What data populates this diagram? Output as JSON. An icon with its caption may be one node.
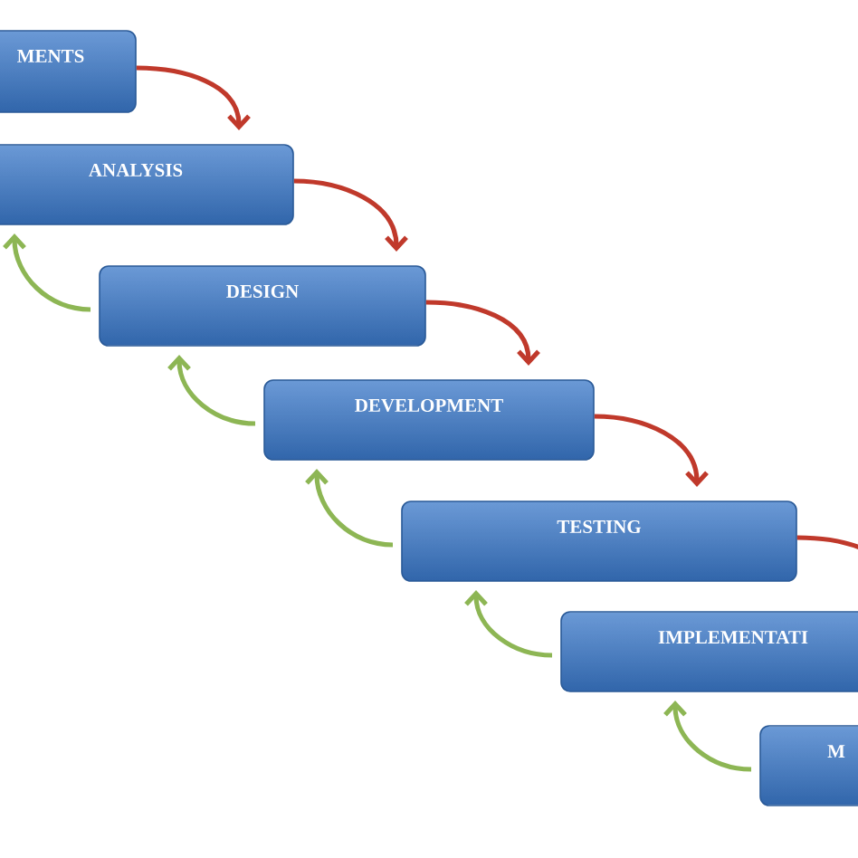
{
  "diagram": {
    "nodes": [
      {
        "text": [
          "MENTS"
        ]
      },
      {
        "text": [
          "ANALYSIS"
        ]
      },
      {
        "text": [
          "DESIGN"
        ]
      },
      {
        "text": [
          "DEVELOPMENT"
        ]
      },
      {
        "text": [
          "TESTING"
        ]
      },
      {
        "text": [
          "IMPLEMENTATI"
        ]
      },
      {
        "text": [
          "M"
        ]
      }
    ],
    "edges": [
      {
        "from": 0,
        "to": 1,
        "arrow": "to",
        "color": "#c0392b"
      },
      {
        "from": 1,
        "to": 2,
        "arrow": "to",
        "color": "#c0392b"
      },
      {
        "from": 2,
        "to": 3,
        "arrow": "to",
        "color": "#c0392b"
      },
      {
        "from": 3,
        "to": 4,
        "arrow": "to",
        "color": "#c0392b"
      },
      {
        "from": 4,
        "to": 5,
        "arrow": "none",
        "color": "#c0392b"
      },
      {
        "from": 2,
        "to": 1,
        "arrow": "to",
        "color": "#8db654"
      },
      {
        "from": 3,
        "to": 2,
        "arrow": "to",
        "color": "#8db654"
      },
      {
        "from": 4,
        "to": 3,
        "arrow": "to",
        "color": "#8db654"
      },
      {
        "from": 5,
        "to": 4,
        "arrow": "to",
        "color": "#8db654"
      },
      {
        "from": 6,
        "to": 5,
        "arrow": "to",
        "color": "#8db654"
      }
    ]
  }
}
